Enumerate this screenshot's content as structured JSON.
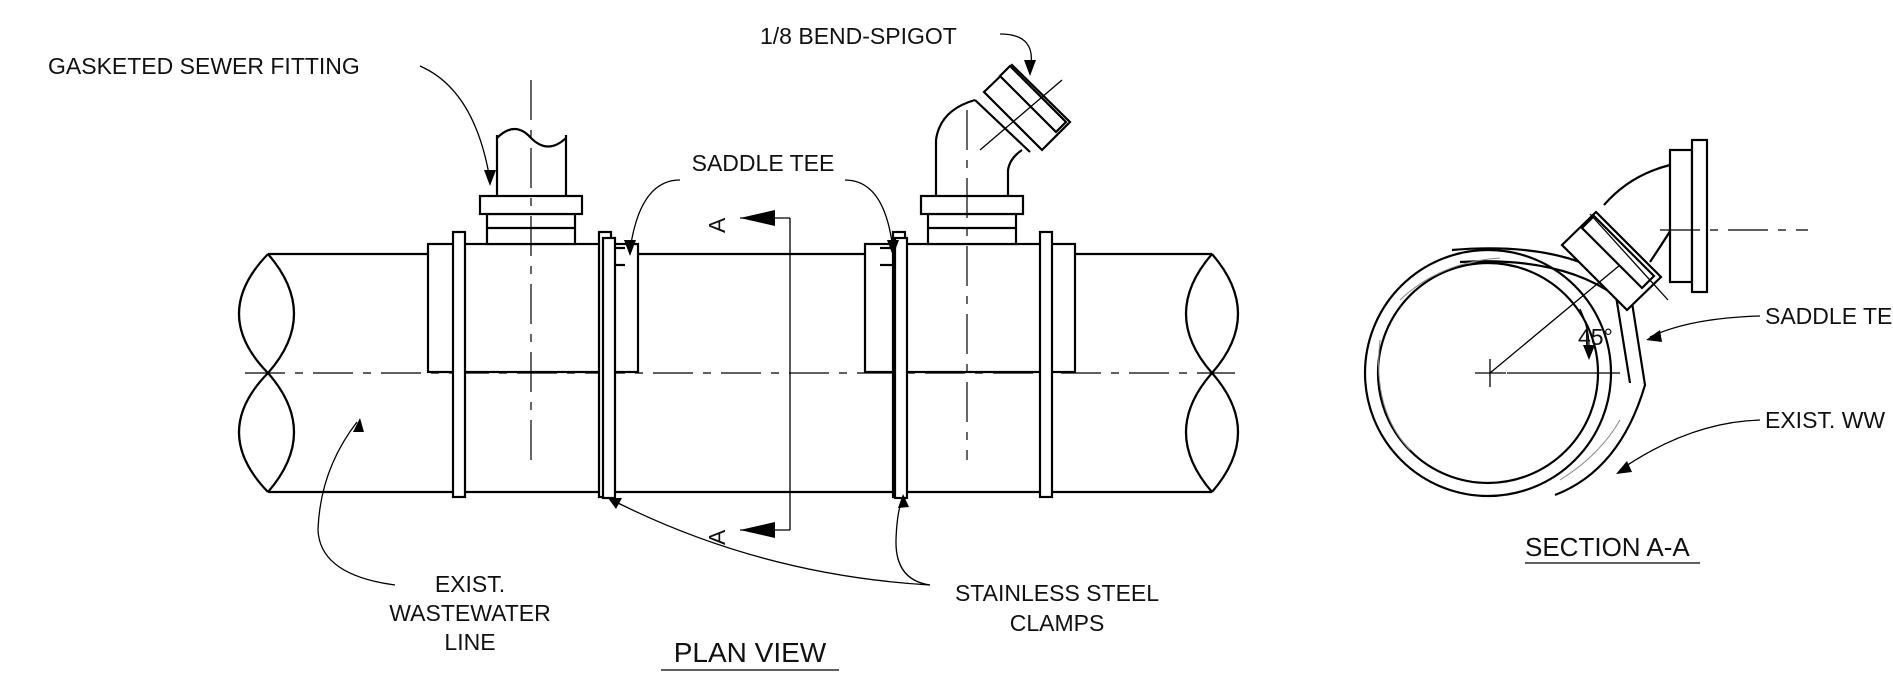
{
  "labels": {
    "gasketed_fitting": "GASKETED SEWER FITTING",
    "bend_spigot": "1/8 BEND-SPIGOT",
    "saddle_tee_plan": "SADDLE TEE",
    "section_mark_top": "A",
    "section_mark_bottom": "A",
    "wastewater_line_1": "EXIST.",
    "wastewater_line_2": "WASTEWATER",
    "wastewater_line_3": "LINE",
    "clamps_1": "STAINLESS STEEL",
    "clamps_2": "CLAMPS",
    "saddle_tee_section": "SADDLE TEE",
    "ww_line_section": "EXIST. WW LINE",
    "angle": "45°"
  },
  "titles": {
    "plan_view": "PLAN VIEW",
    "section_view": "SECTION A-A"
  },
  "colors": {
    "line": "#000000",
    "text": "#111111",
    "hatch": "#888888",
    "background": "#ffffff"
  }
}
